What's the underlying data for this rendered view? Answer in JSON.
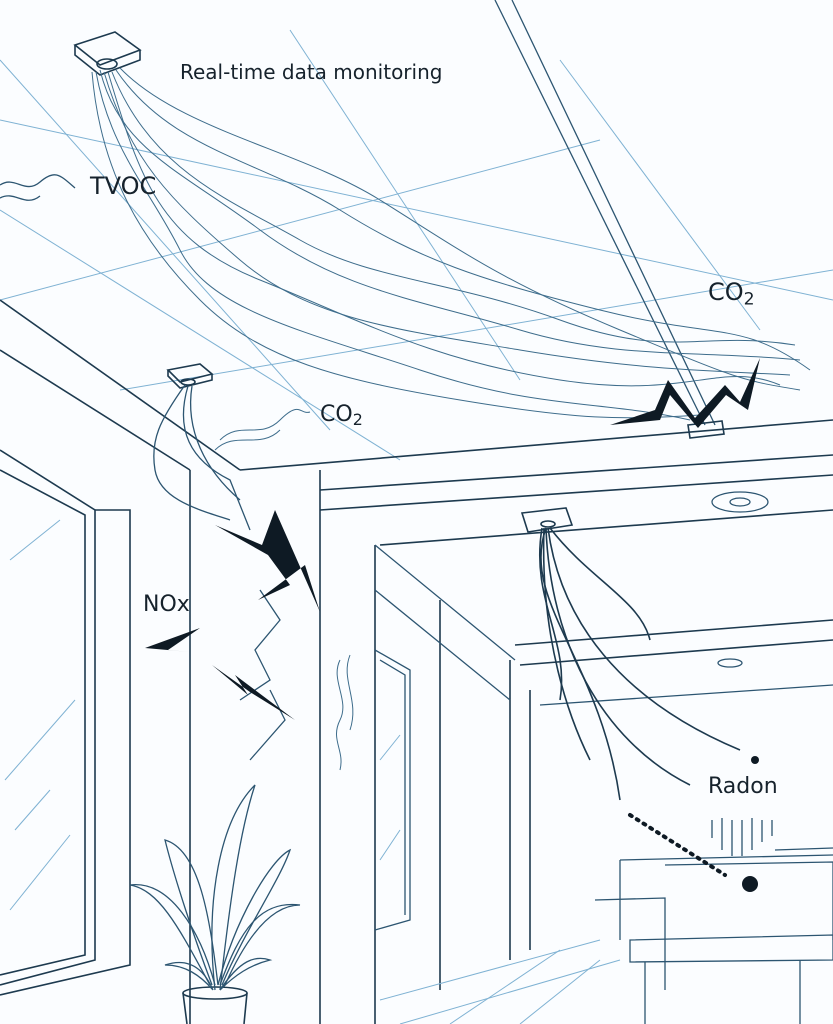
{
  "labels": {
    "title": "Real-time data monitoring",
    "tvoc": "TVOC",
    "co2_ceiling": {
      "base": "CO",
      "sub": "2"
    },
    "co2_beam": {
      "base": "CO",
      "sub": "2"
    },
    "nox": "NOx",
    "radon": "Radon"
  },
  "colors": {
    "line_light": "#7fb2d3",
    "line_dark": "#1d3a4f",
    "text": "#16222c",
    "background": "#fbfdff"
  },
  "icons": [
    "sensor-device",
    "sensor-device",
    "sensor-device",
    "sensor-device",
    "lightning-bolt",
    "radon-particle",
    "potted-plant"
  ]
}
